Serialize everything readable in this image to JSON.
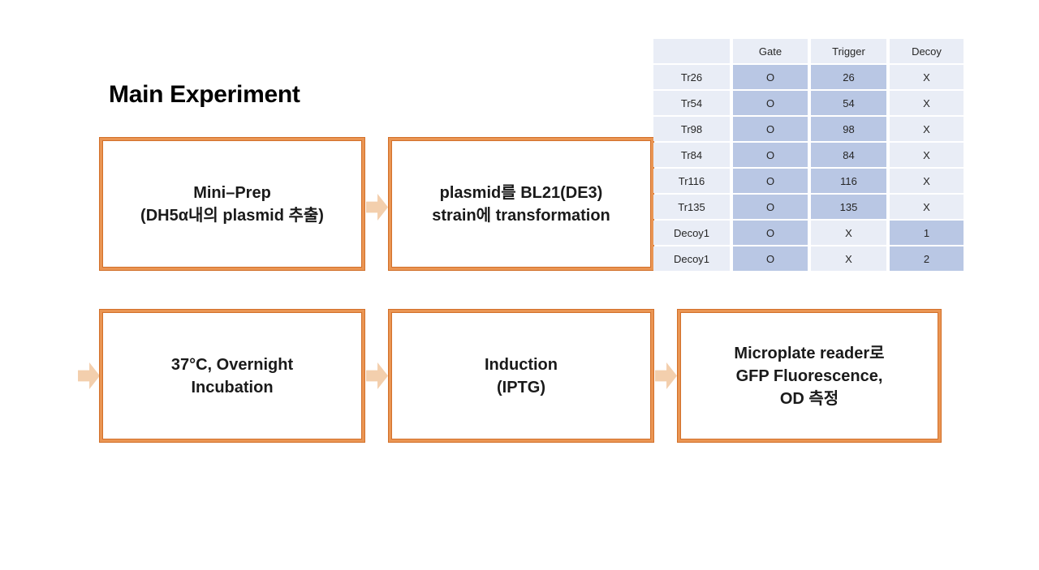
{
  "slide": {
    "title": "Main Experiment"
  },
  "flow": {
    "steps": [
      {
        "id": "mini-prep",
        "lines": [
          "Mini–Prep",
          "(DH5α내의 plasmid 추출)"
        ]
      },
      {
        "id": "transformation",
        "lines": [
          "plasmid를 BL21(DE3)",
          "strain에 transformation"
        ]
      },
      {
        "id": "incubation",
        "lines": [
          "37°C, Overnight",
          "Incubation"
        ]
      },
      {
        "id": "induction",
        "lines": [
          "Induction",
          "(IPTG)"
        ]
      },
      {
        "id": "measurement",
        "lines": [
          "Microplate reader로",
          "GFP Fluorescence,",
          "OD 측정"
        ]
      }
    ],
    "arrow_icon": "block-arrow-right"
  },
  "table": {
    "headers": [
      "",
      "Gate",
      "Trigger",
      "Decoy"
    ],
    "rows": [
      {
        "label": "Tr26",
        "gate": "O",
        "trigger": "26",
        "decoy": "X"
      },
      {
        "label": "Tr54",
        "gate": "O",
        "trigger": "54",
        "decoy": "X"
      },
      {
        "label": "Tr98",
        "gate": "O",
        "trigger": "98",
        "decoy": "X"
      },
      {
        "label": "Tr84",
        "gate": "O",
        "trigger": "84",
        "decoy": "X"
      },
      {
        "label": "Tr116",
        "gate": "O",
        "trigger": "116",
        "decoy": "X"
      },
      {
        "label": "Tr135",
        "gate": "O",
        "trigger": "135",
        "decoy": "X"
      },
      {
        "label": "Decoy1",
        "gate": "O",
        "trigger": "X",
        "decoy": "1"
      },
      {
        "label": "Decoy1",
        "gate": "O",
        "trigger": "X",
        "decoy": "2"
      }
    ]
  },
  "colors": {
    "box_border": "#d2702a",
    "box_border_fill": "#ea9553",
    "arrow": "#f3cfad",
    "table_cell_light": "#e9edf6",
    "table_cell_dark": "#b9c7e4",
    "background": "#ffffff"
  }
}
